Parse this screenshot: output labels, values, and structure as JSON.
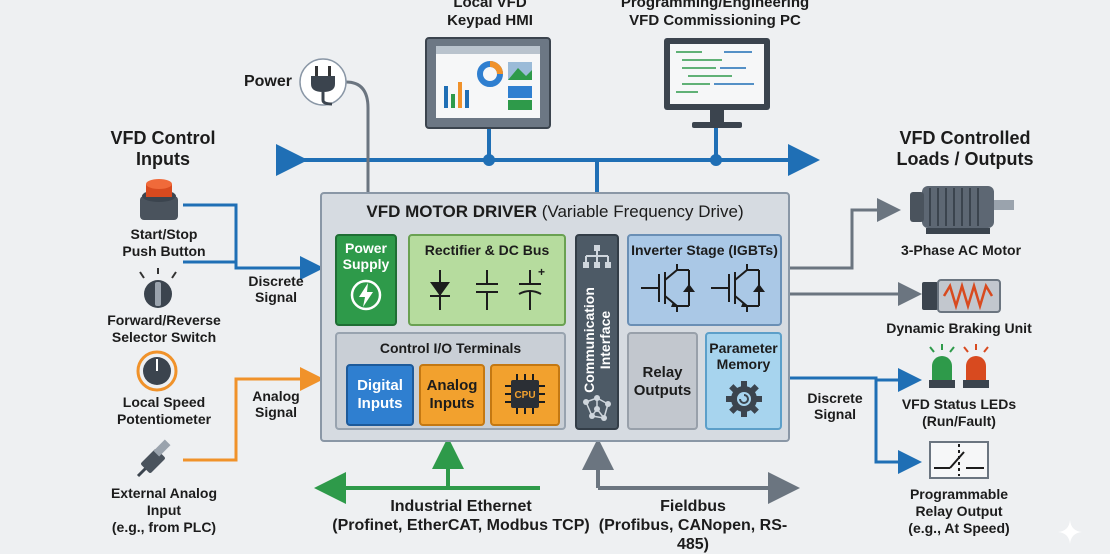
{
  "top": {
    "hmi_label": "Local VFD\nKeypad HMI",
    "pc_label": "Programming/Engineering\nVFD Commissioning PC",
    "power_label": "Power"
  },
  "inputs": {
    "heading": "VFD Control\nInputs",
    "start_stop": "Start/Stop\nPush Button",
    "fwd_rev": "Forward/Reverse\nSelector Switch",
    "speed_pot": "Local Speed\nPotentiometer",
    "ext_analog": "External Analog\nInput\n(e.g., from PLC)",
    "discrete_signal": "Discrete\nSignal",
    "analog_signal": "Analog\nSignal"
  },
  "drive": {
    "title_bold": "VFD MOTOR DRIVER",
    "title_rest": " (Variable Frequency Drive)",
    "power_supply": "Power\nSupply",
    "rectifier": "Rectifier & DC Bus",
    "communication": "Communication\nInterface",
    "inverter": "Inverter Stage (IGBTs)",
    "control_io": "Control I/O Terminals",
    "digital_inputs": "Digital\nInputs",
    "analog_inputs": "Analog\nInputs",
    "cpu": "CPU",
    "relay_outputs": "Relay\nOutputs",
    "parameter_memory": "Parameter\nMemory"
  },
  "outputs": {
    "heading": "VFD Controlled\nLoads / Outputs",
    "motor": "3-Phase AC Motor",
    "braking": "Dynamic Braking Unit",
    "status_leds": "VFD Status LEDs\n(Run/Fault)",
    "relay_output": "Programmable\nRelay Output\n(e.g., At Speed)",
    "discrete_signal": "Discrete\nSignal"
  },
  "buses": {
    "ethernet": "Industrial Ethernet\n(Profinet, EtherCAT, Modbus TCP)",
    "fieldbus": "Fieldbus\n(Profibus, CANopen, RS-485)"
  },
  "colors": {
    "bus_blue": "#1f6fb5",
    "analog_orange": "#f0922a",
    "ethernet_green": "#2e9a4a",
    "arrow_gray": "#6b7580",
    "power_green": "#2e9a4a",
    "rectifier_green": "#b6dc9e",
    "comm_dark": "#4d5a66",
    "inverter_blue": "#aac8e6",
    "digital_blue": "#2f7fd0",
    "analog_amber": "#f2a12e",
    "param_blue": "#a7d4ee"
  },
  "icons": [
    "power-plug-icon",
    "hmi-monitor-icon",
    "pc-monitor-icon",
    "push-button-icon",
    "selector-switch-icon",
    "potentiometer-icon",
    "analog-connector-icon",
    "motor-icon",
    "braking-resistor-icon",
    "status-led-icon",
    "relay-contact-icon",
    "lightning-icon",
    "diode-icon",
    "capacitor-icon",
    "igbt-icon",
    "network-tree-icon",
    "cpu-chip-icon",
    "gear-icon",
    "sparkle-icon"
  ]
}
